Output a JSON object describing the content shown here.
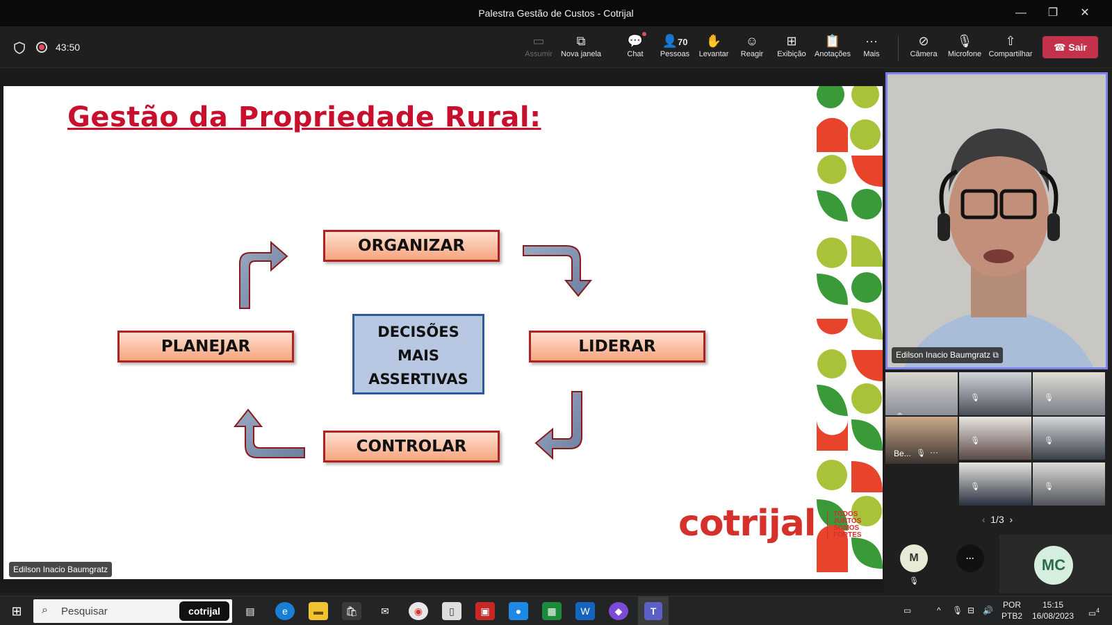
{
  "window": {
    "title": "Palestra Gestão de Custos - Cotrijal"
  },
  "meeting": {
    "timer": "43:50",
    "toolbar": [
      {
        "id": "assumir",
        "label": "Assumir",
        "icon": "present-screen-icon",
        "disabled": true
      },
      {
        "id": "nova-janela",
        "label": "Nova janela",
        "icon": "popout-icon"
      },
      {
        "id": "chat",
        "label": "Chat",
        "icon": "chat-icon"
      },
      {
        "id": "pessoas",
        "label": "Pessoas",
        "icon": "people-icon",
        "count": "70"
      },
      {
        "id": "levantar",
        "label": "Levantar",
        "icon": "raise-hand-icon"
      },
      {
        "id": "reagir",
        "label": "Reagir",
        "icon": "smile-icon"
      },
      {
        "id": "exibicao",
        "label": "Exibição",
        "icon": "grid-view-icon"
      },
      {
        "id": "anotacoes",
        "label": "Anotações",
        "icon": "notes-icon"
      },
      {
        "id": "mais",
        "label": "Mais",
        "icon": "more-icon"
      },
      {
        "id": "camera",
        "label": "Câmera",
        "icon": "camera-off-icon"
      },
      {
        "id": "microfone",
        "label": "Microfone",
        "icon": "mic-off-icon"
      },
      {
        "id": "compartilhar",
        "label": "Compartilhar",
        "icon": "share-icon"
      }
    ],
    "leave_label": "Sair",
    "presenter_name": "Edilson Inacio Baumgratz",
    "pager": "1/3",
    "thumb_label": "Be...",
    "avatars": {
      "m": "M",
      "mc": "MC",
      "more": "···"
    }
  },
  "slide": {
    "title": "Gestão da Propriedade Rural:",
    "boxes": {
      "organizar": "ORGANIZAR",
      "planejar": "PLANEJAR",
      "liderar": "LIDERAR",
      "controlar": "CONTROLAR"
    },
    "center_lines": [
      "DECISÕES",
      "MAIS",
      "ASSERTIVAS"
    ],
    "logo": "cotrijal",
    "tagline": [
      "TODOS",
      "JUNTOS",
      "SOMOS",
      "FORTES"
    ],
    "colors": {
      "title": "#c8102e",
      "box_fill": "#f8a57f",
      "box_border": "#b22020",
      "center_fill": "#b8c8e3",
      "arrow": "#7c8fad",
      "logo": "#d6302b"
    }
  },
  "taskbar": {
    "search_placeholder": "Pesquisar",
    "search_badge": "cotrijal",
    "lang": "POR",
    "layout": "PTB2",
    "time": "15:15",
    "date": "16/08/2023",
    "notifications": "4"
  }
}
